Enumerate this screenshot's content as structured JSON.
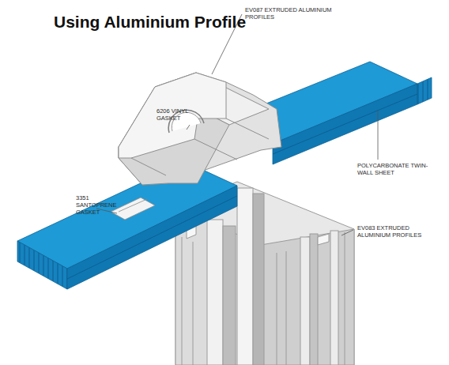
{
  "diagram": {
    "title": "Using Aluminium Profile",
    "labels": [
      "EV087 EXTRUDED ALUMINIUM PROFILES",
      "6206 VINYL GASKET",
      "POLYCARBONATE TWIN-WALL SHEET",
      "3351 SANTOPRENE GASKET",
      "EV083 EXTRUDED ALUMINIUM PROFILES"
    ]
  }
}
